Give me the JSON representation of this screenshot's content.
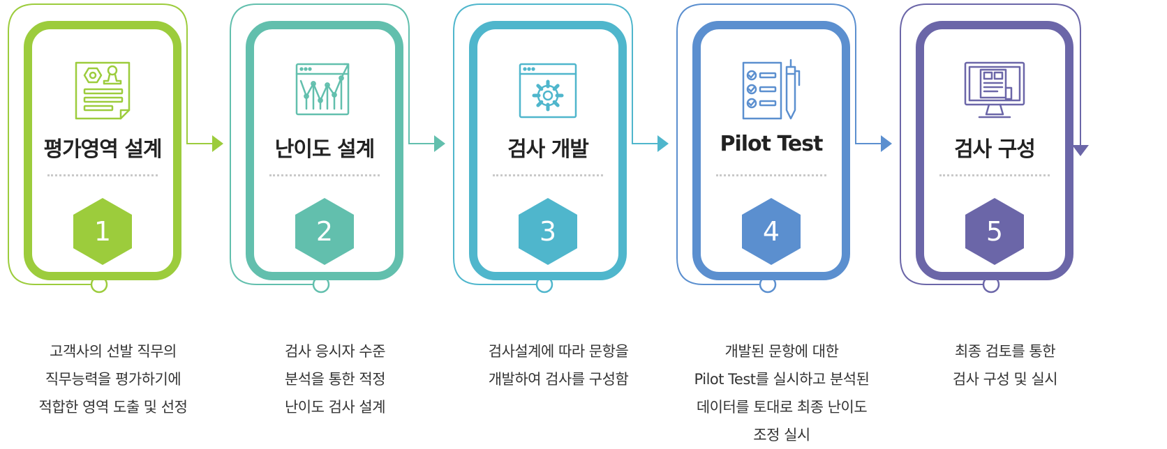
{
  "colors": {
    "step1": "#9ccc3c",
    "step2": "#62bfad",
    "step3": "#4fb6cc",
    "step4": "#5b8fcf",
    "step5": "#6b66a8",
    "title_text": "#222222",
    "desc_text": "#333333"
  },
  "steps": [
    {
      "number": "1",
      "title": "평가영역 설계",
      "icon": "certificate-stamp-icon",
      "description": [
        "고객사의 선발 직무의",
        "직무능력을 평가하기에",
        "적합한 영역 도출 및 선정"
      ]
    },
    {
      "number": "2",
      "title": "난이도 설계",
      "icon": "chart-window-icon",
      "description": [
        "검사 응시자  수준",
        "분석을 통한 적정",
        "난이도 검사 설계"
      ]
    },
    {
      "number": "3",
      "title": "검사 개발",
      "icon": "gear-window-icon",
      "description": [
        "검사설계에 따라 문항을",
        "개발하여 검사를 구성함"
      ]
    },
    {
      "number": "4",
      "title": "Pilot Test",
      "icon": "checklist-pen-icon",
      "description": [
        "개발된 문항에 대한",
        "Pilot Test를 실시하고 분석된",
        "데이터를 토대로 최종 난이도",
        "조정 실시"
      ]
    },
    {
      "number": "5",
      "title": "검사 구성",
      "icon": "monitor-document-icon",
      "description": [
        "최종 검토를 통한",
        "검사 구성 및 실시"
      ]
    }
  ]
}
